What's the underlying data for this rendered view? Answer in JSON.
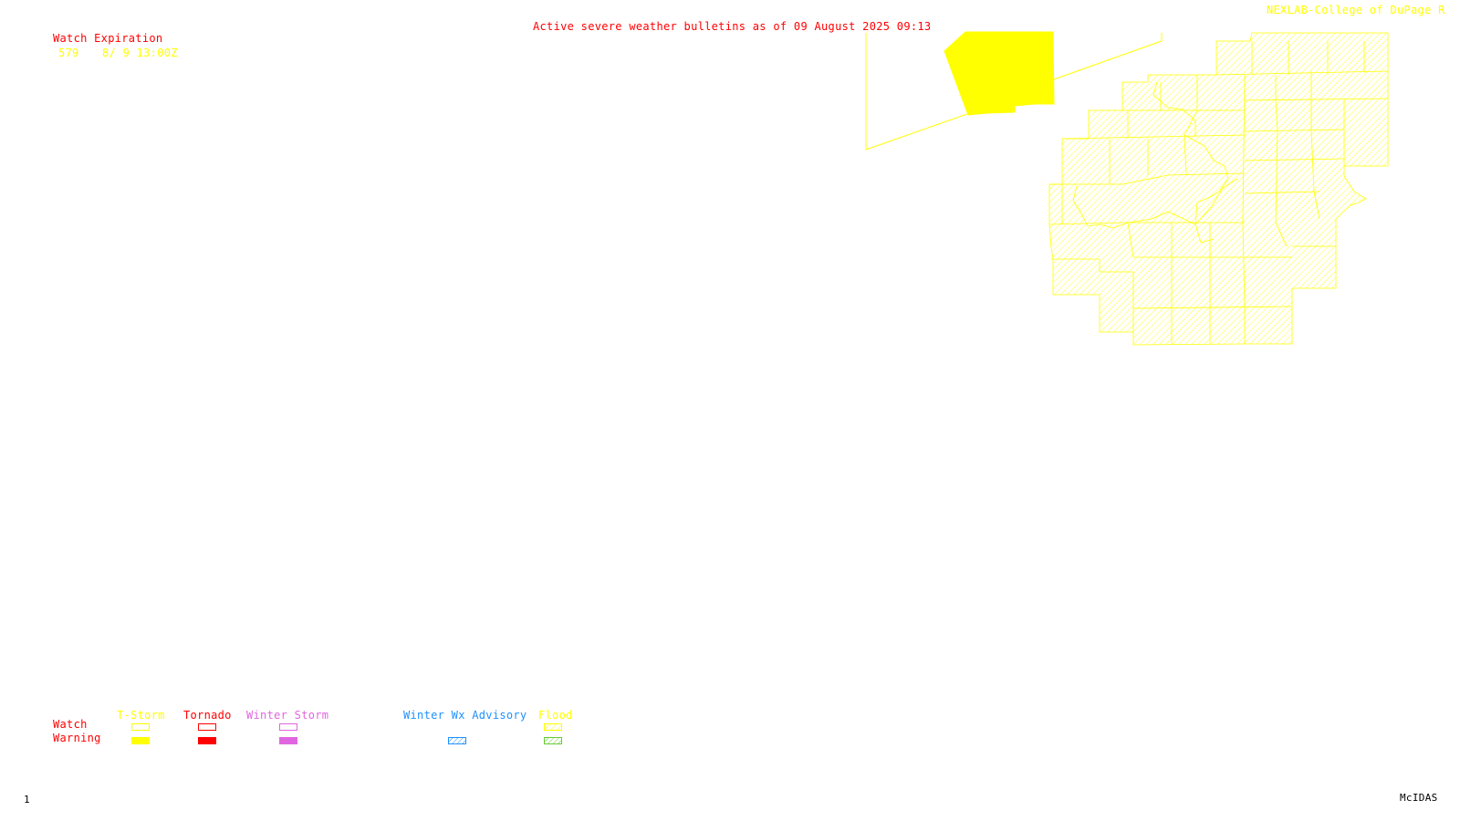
{
  "header": {
    "title": "Active severe weather bulletins as of 09 August 2025 09:13",
    "credit": "NEXLAB-College of DuPage R"
  },
  "watch_list": {
    "heading": "Watch Expiration",
    "rows": [
      {
        "number": "579",
        "expiration": "8/ 9 13:00Z"
      }
    ]
  },
  "legend": {
    "row_labels": {
      "watch": "Watch",
      "warning": "Warning"
    },
    "categories": [
      {
        "key": "tstorm",
        "label": "T-Storm",
        "color": "#ffff00"
      },
      {
        "key": "tornado",
        "label": "Tornado",
        "color": "#ff0000"
      },
      {
        "key": "winter_storm",
        "label": "Winter Storm",
        "color": "#e066e0"
      },
      {
        "key": "winter_adv",
        "label": "Winter Wx Advisory",
        "color": "#1e90ff"
      },
      {
        "key": "flood",
        "label": "Flood",
        "color": "#ffff00",
        "warning_color": "#66cc33"
      }
    ]
  },
  "footer": {
    "frame": "1",
    "software": "McIDAS"
  }
}
